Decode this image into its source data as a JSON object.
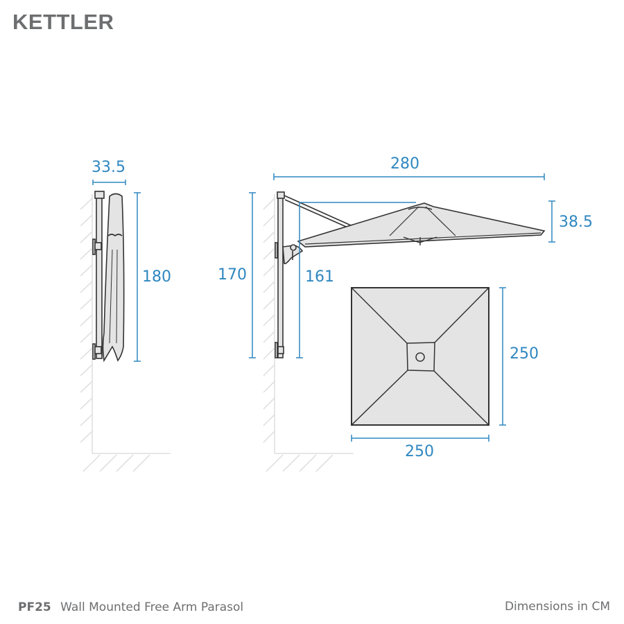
{
  "brand": {
    "logo_text": "KETTLER",
    "logo_color": "#6d6e70"
  },
  "colors": {
    "dimension": "#2f87c0",
    "outline": "#333333",
    "fill": "#e4e4e4",
    "wall": "#dddddd"
  },
  "views": {
    "side_folded": {
      "width_label": "33.5",
      "height_label": "180"
    },
    "side_open": {
      "span_label": "280",
      "canopy_depth_label": "38.5",
      "pole_height_label": "170",
      "clearance_label": "161"
    },
    "top_view": {
      "width_label": "250",
      "depth_label": "250"
    }
  },
  "footer": {
    "product_code": "PF25",
    "product_name": "Wall Mounted Free Arm Parasol",
    "units_note": "Dimensions in CM"
  }
}
